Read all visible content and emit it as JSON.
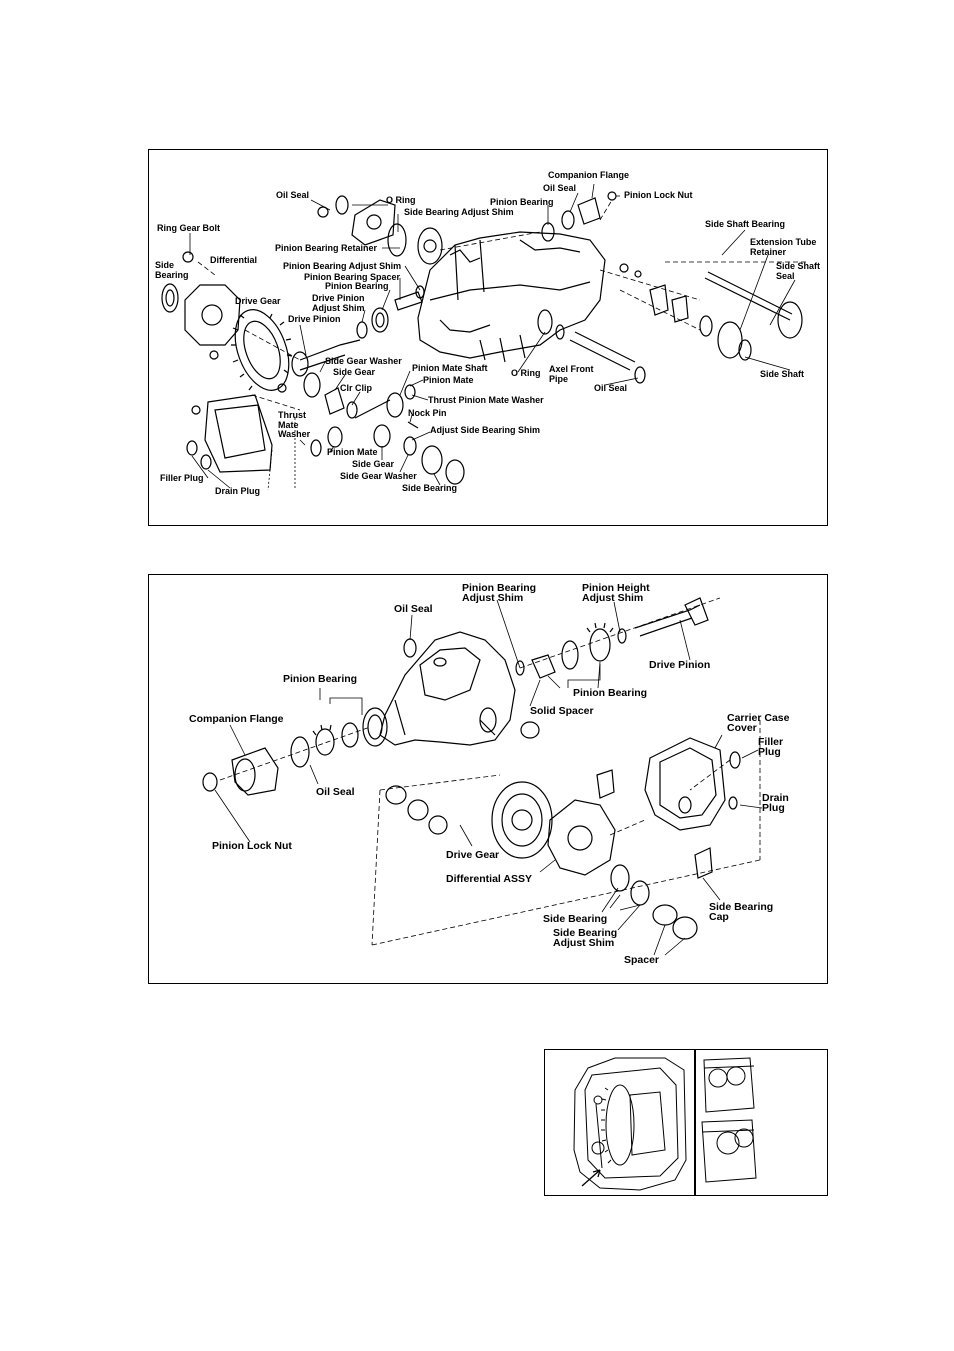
{
  "diagram1": {
    "labels": {
      "oil_seal": "Oil Seal",
      "o_ring": "O Ring",
      "side_bearing_adjust_shim": "Side Bearing Adjust Shim",
      "companion_flange": "Companion Flange",
      "oil_seal_top": "Oil Seal",
      "pinion_lock_nut": "Pinion Lock Nut",
      "pinion_bearing": "Pinion Bearing",
      "side_shaft_bearing": "Side Shaft Bearing",
      "ring_gear_bolt": "Ring Gear Bolt",
      "pinion_bearing_retainer": "Pinion Bearing Retainer",
      "extension_tube_retainer": "Extension Tube\nRetainer",
      "side_bearing": "Side\nBearing",
      "differential": "Differential",
      "pinion_bearing_adjust_shim": "Pinion Bearing Adjust Shim",
      "pinion_bearing_spacer": "Pinion Bearing Spacer",
      "pinion_bearing_2": "Pinion Bearing",
      "side_shaft_seal": "Side Shaft\nSeal",
      "drive_gear": "Drive Gear",
      "drive_pinion_adjust_shim": "Drive Pinion\nAdjust Shim",
      "drive_pinion": "Drive Pinion",
      "side_gear_washer": "Side Gear Washer",
      "side_gear": "Side Gear",
      "pinion_mate_shaft": "Pinion Mate Shaft",
      "o_ring_2": "O Ring",
      "axel_front_pipe": "Axel Front\nPipe",
      "side_shaft": "Side Shaft",
      "pinion_mate": "Pinion Mate",
      "clr_clip": "Clr Clip",
      "oil_seal_2": "Oil Seal",
      "thrust_pinion_mate_washer": "Thrust Pinion Mate Washer",
      "thrust_mate_washer": "Thrust\nMate\nWasher",
      "nock_pin": "Nock Pin",
      "adjust_side_bearing_shim": "Adjust Side Bearing Shim",
      "pinion_mate_2": "Pinion Mate",
      "side_gear_2": "Side Gear",
      "side_gear_washer_2": "Side Gear Washer",
      "filler_plug": "Filler Plug",
      "drain_plug": "Drain Plug",
      "side_bearing_2": "Side Bearing"
    }
  },
  "diagram2": {
    "labels": {
      "pinion_bearing_adjust_shim": "Pinion Bearing\nAdjust Shim",
      "pinion_height_adjust_shim": "Pinion Height\nAdjust Shim",
      "oil_seal": "Oil Seal",
      "drive_pinion": "Drive Pinion",
      "pinion_bearing": "Pinion Bearing",
      "pinion_bearing_2": "Pinion Bearing",
      "solid_spacer": "Solid Spacer",
      "companion_flange": "Companion Flange",
      "carrier_case_cover": "Carrier Case\nCover",
      "filler_plug": "Filler\nPlug",
      "oil_seal_2": "Oil Seal",
      "drain_plug": "Drain\nPlug",
      "pinion_lock_nut": "Pinion Lock Nut",
      "drive_gear": "Drive Gear",
      "differential_assy": "Differential ASSY",
      "side_bearing_cap": "Side Bearing\nCap",
      "side_bearing": "Side Bearing",
      "side_bearing_adjust_shim": "Side Bearing\nAdjust Shim",
      "spacer": "Spacer"
    }
  }
}
